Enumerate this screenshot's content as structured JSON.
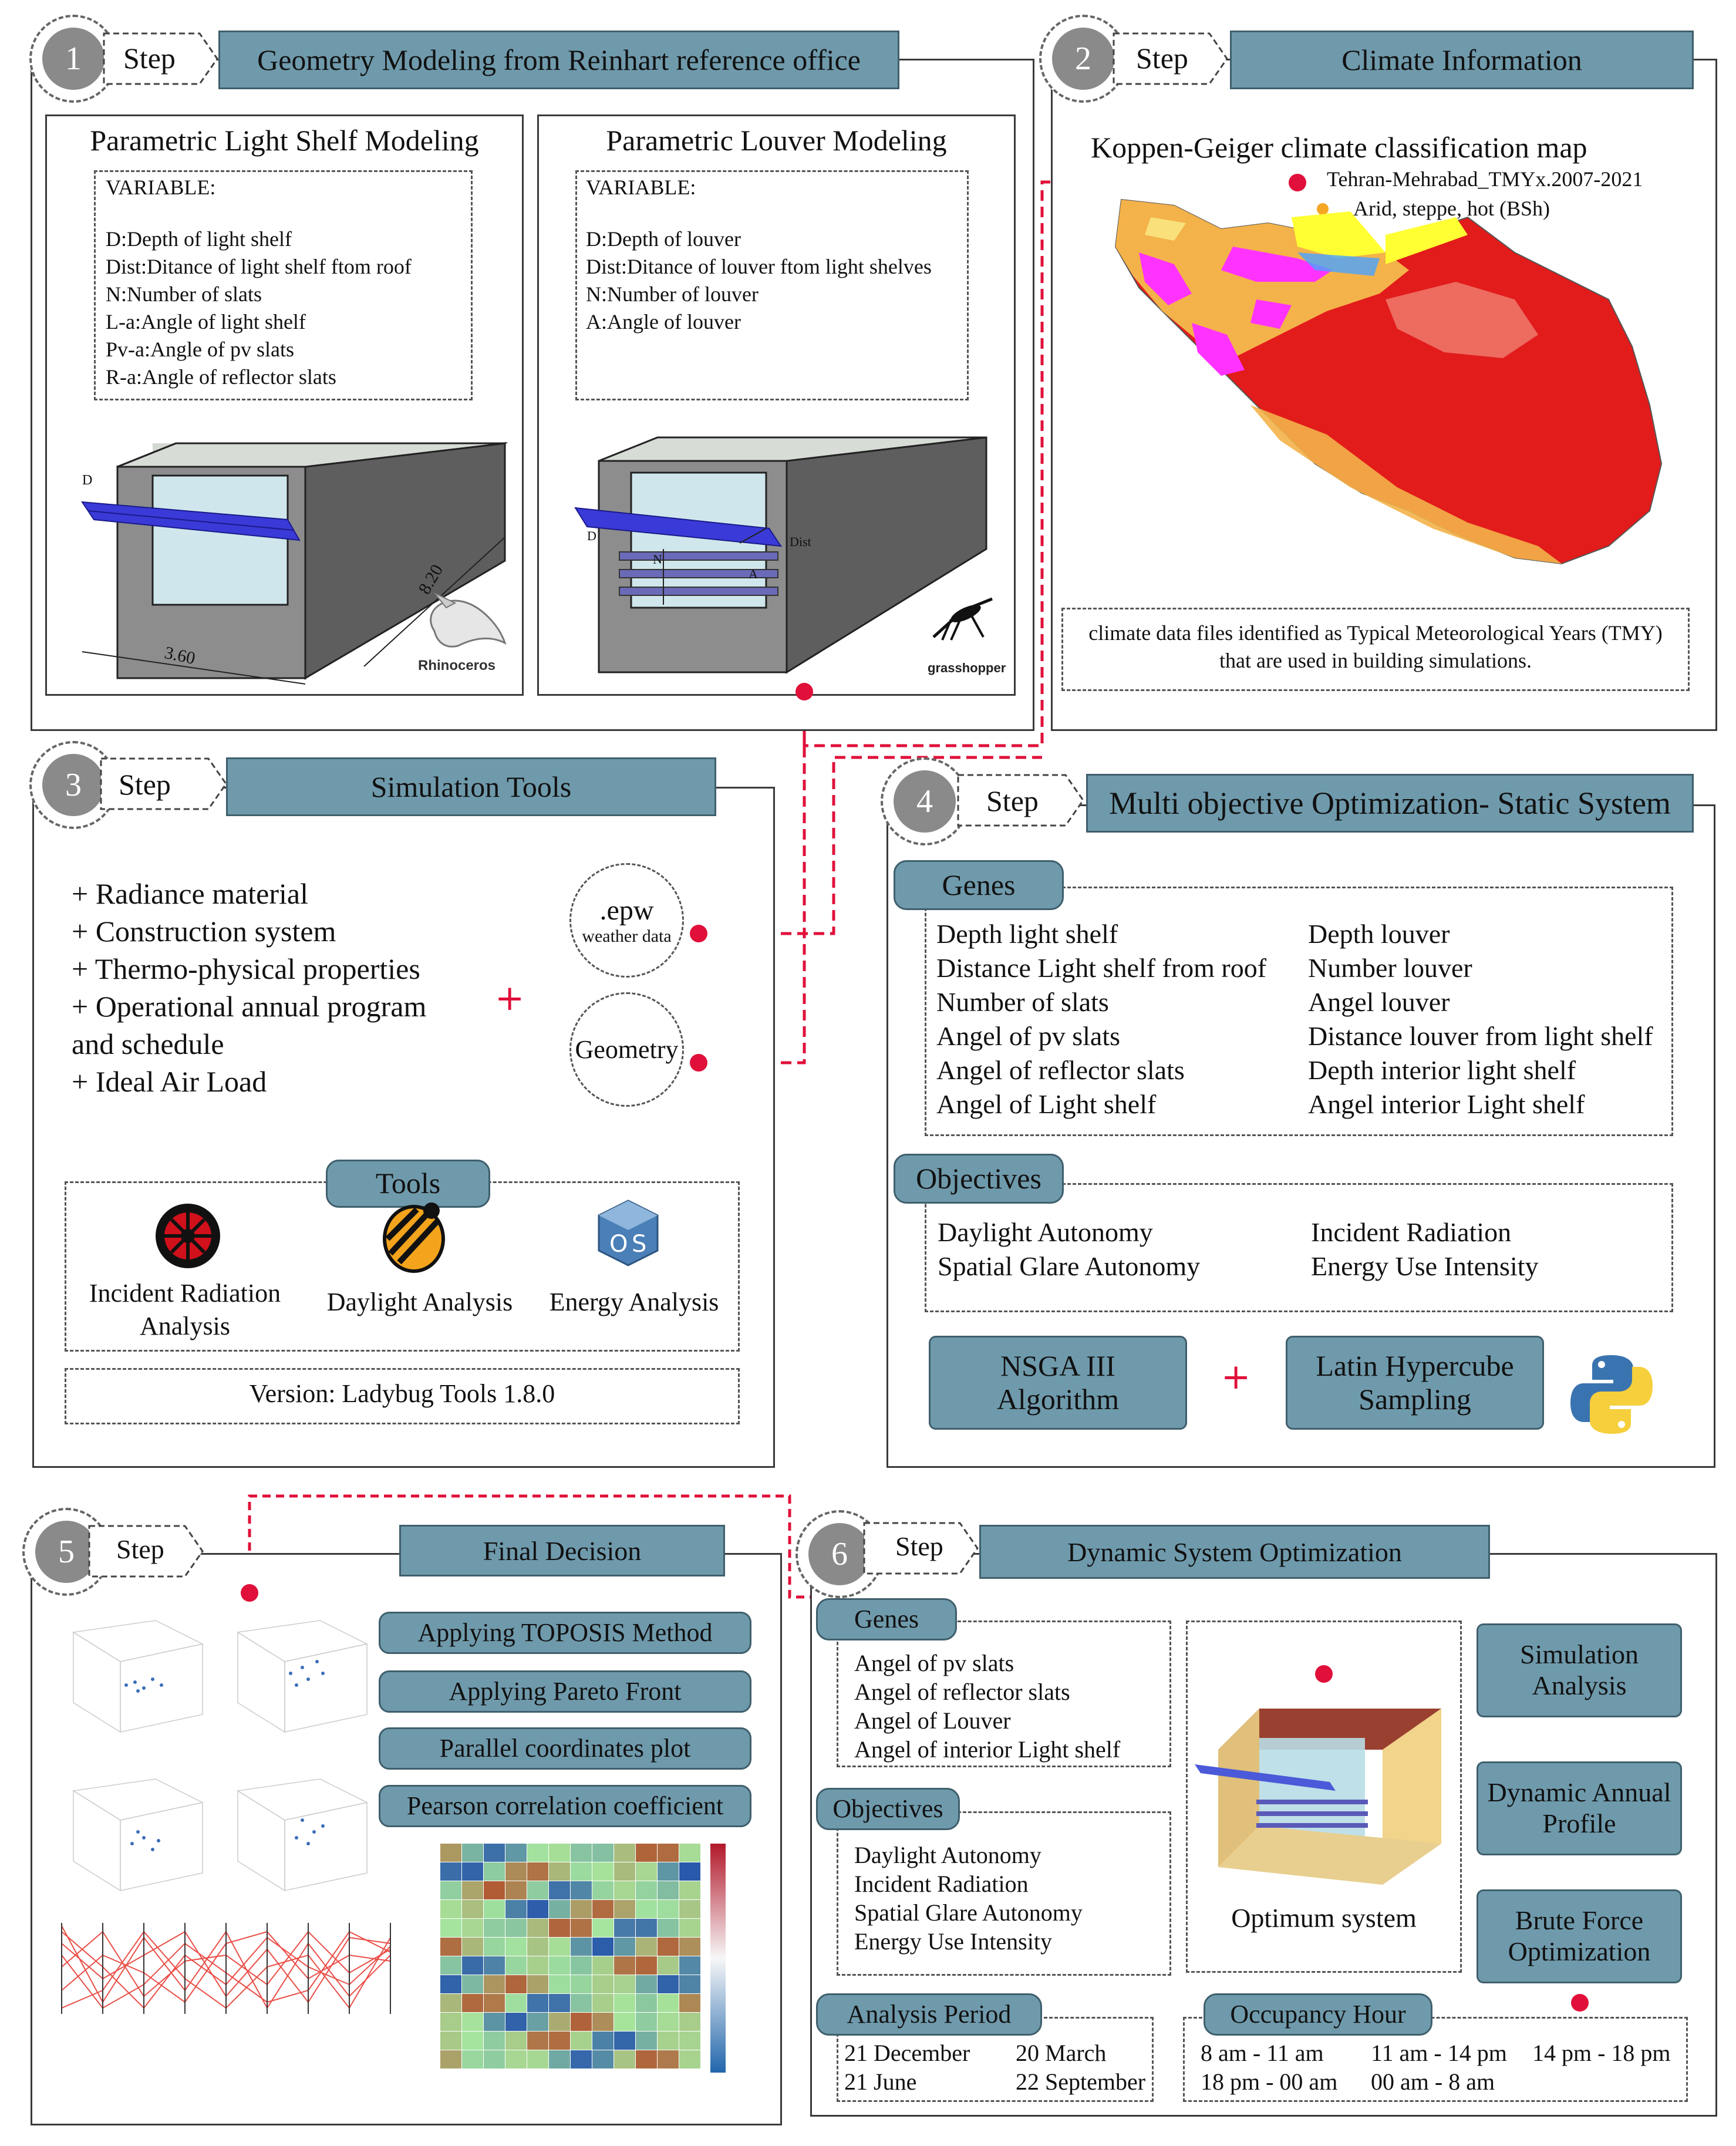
{
  "step_word": "Step",
  "colors": {
    "accent": "#6f9aac",
    "red": "#e0103a",
    "room": "#8f8f8f",
    "shelf": "#3a3ad8"
  },
  "step1": {
    "num": "1",
    "title": "Geometry Modeling from Reinhart reference office",
    "shelf": {
      "title": "Parametric Light Shelf Modeling",
      "variable_label": "VARIABLE:",
      "variables": [
        "D:Depth of light shelf",
        "Dist:Ditance of light shelf ftom roof",
        "N:Number of slats",
        "L-a:Angle of light shelf",
        "Pv-a:Angle of pv slats",
        "R-a:Angle of reflector slats"
      ],
      "dim_d": "D",
      "dim_width": "3.60",
      "dim_length": "8.20",
      "logo": "Rhinoceros"
    },
    "louver": {
      "title": "Parametric Louver Modeling",
      "variable_label": "VARIABLE:",
      "variables": [
        "D:Depth of louver",
        "Dist:Ditance of louver ftom light shelves",
        "N:Number of louver",
        "A:Angle of louver"
      ],
      "labels": {
        "d": "D",
        "n": "N",
        "dist": "Dist",
        "a": "A"
      },
      "logo": "grasshopper"
    }
  },
  "step2": {
    "num": "2",
    "title": "Climate Information",
    "map_title": "Koppen-Geiger climate classification map",
    "station": "Tehran-Mehrabad_TMYx.2007-2021",
    "climate": "Arid, steppe, hot (BSh)",
    "note": [
      "climate data files identified as Typical Meteorological Years (TMY)",
      "that are used in building simulations."
    ]
  },
  "step3": {
    "num": "3",
    "title": "Simulation Tools",
    "items": [
      "+ Radiance material",
      "+ Construction system",
      "+ Thermo-physical properties",
      "+ Operational annual program",
      "and schedule",
      "+ Ideal Air Load"
    ],
    "epw": ".epw",
    "epw_sub": "weather data",
    "geometry": "Geometry",
    "plus": "+",
    "tools_label": "Tools",
    "tools": [
      "Incident Radiation Analysis",
      "Daylight Analysis",
      "Energy Analysis"
    ],
    "version": "Version: Ladybug Tools 1.8.0"
  },
  "step4": {
    "num": "4",
    "title": "Multi objective Optimization- Static System",
    "genes_label": "Genes",
    "genes_left": [
      "Depth light shelf",
      "Distance Light shelf from roof",
      "Number of slats",
      "Angel of pv slats",
      "Angel of reflector slats",
      "Angel of Light shelf"
    ],
    "genes_right": [
      "Depth louver",
      "Number louver",
      "Angel louver",
      "Distance louver from light shelf",
      "Depth  interior light shelf",
      "Angel interior Light shelf"
    ],
    "objectives_label": "Objectives",
    "objectives_left": [
      "Daylight Autonomy",
      "Spatial Glare Autonomy"
    ],
    "objectives_right": [
      "Incident Radiation",
      "Energy Use Intensity"
    ],
    "nsga": "NSGA III Algorithm",
    "plus": "+",
    "latin": "Latin Hypercube Sampling"
  },
  "step5": {
    "num": "5",
    "title": "Final Decision",
    "methods": [
      "Applying TOPOSIS Method",
      "Applying Pareto Front",
      "Parallel coordinates plot",
      "Pearson correlation coefficient"
    ]
  },
  "step6": {
    "num": "6",
    "title": "Dynamic System Optimization",
    "genes_label": "Genes",
    "genes": [
      "Angel of pv slats",
      "Angel of reflector slats",
      "Angel of Louver",
      "Angel of interior Light shelf"
    ],
    "objectives_label": "Objectives",
    "objectives": [
      "Daylight Autonomy",
      "Incident Radiation",
      "Spatial Glare Autonomy",
      "Energy Use Intensity"
    ],
    "optimum": "Optimum system",
    "side": [
      "Simulation Analysis",
      "Dynamic Annual Profile",
      "Brute Force Optimization"
    ],
    "analysis_label": "Analysis Period",
    "analysis": [
      "21 December",
      "20 March",
      "21 June",
      "22 September"
    ],
    "occupancy_label": "Occupancy Hour",
    "occupancy": [
      "8 am - 11 am",
      "11 am - 14 pm",
      "14 pm - 18 pm",
      "18 pm - 00 am",
      "00 am - 8 am"
    ]
  }
}
